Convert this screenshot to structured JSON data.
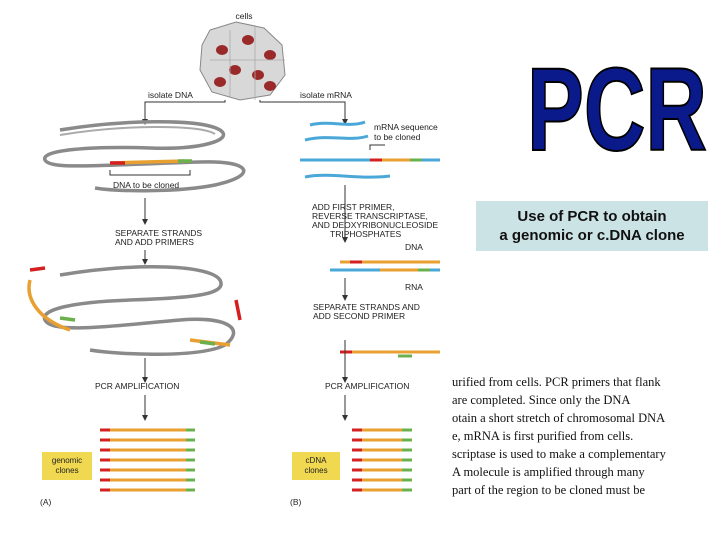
{
  "title": "PCR",
  "subtitle_lines": [
    "Use of PCR to obtain",
    "a genomic or c.DNA clone"
  ],
  "figure": {
    "cells_label": "cells",
    "isolate_dna": "isolate DNA",
    "isolate_mrna": "isolate mRNA",
    "mrna_sequence_label": [
      "mRNA sequence",
      "to be cloned"
    ],
    "dna_to_be_cloned": "DNA to be cloned",
    "separate_strands_primers": [
      "SEPARATE STRANDS",
      "AND ADD PRIMERS"
    ],
    "add_first_primer": [
      "ADD FIRST PRIMER,",
      "REVERSE TRANSCRIPTASE,",
      "AND DEOXYRIBONUCLEOSIDE",
      "TRIPHOSPHATES"
    ],
    "dna_label": "DNA",
    "rna_label": "RNA",
    "separate_strands_second": [
      "SEPARATE STRANDS AND",
      "ADD SECOND PRIMER"
    ],
    "pcr_amplification_left": "PCR AMPLIFICATION",
    "pcr_amplification_right": "PCR AMPLIFICATION",
    "genomic_clones": [
      "genomic",
      "clones"
    ],
    "cdna_clones": [
      "cDNA",
      "clones"
    ],
    "panel_a": "(A)",
    "panel_b": "(B)"
  },
  "caption_lines": [
    "urified from cells. PCR primers that flank",
    "are completed. Since only the DNA",
    "otain a short stretch of chromosomal DNA",
    "e, mRNA is first purified from cells.",
    "scriptase is used to make a complementary",
    "A molecule is amplified through many",
    "part of the region to be cloned must be"
  ],
  "colors": {
    "dna_strand": "#8a8a8a",
    "mrna_strand": "#4aa8d8",
    "clone_region": "#e8a030",
    "primer_red": "#d42020",
    "primer_green": "#6ab04c",
    "clone_box": "#f0d850",
    "title_box": "#cce3e6",
    "pcr_title": "#0a1a8a"
  }
}
